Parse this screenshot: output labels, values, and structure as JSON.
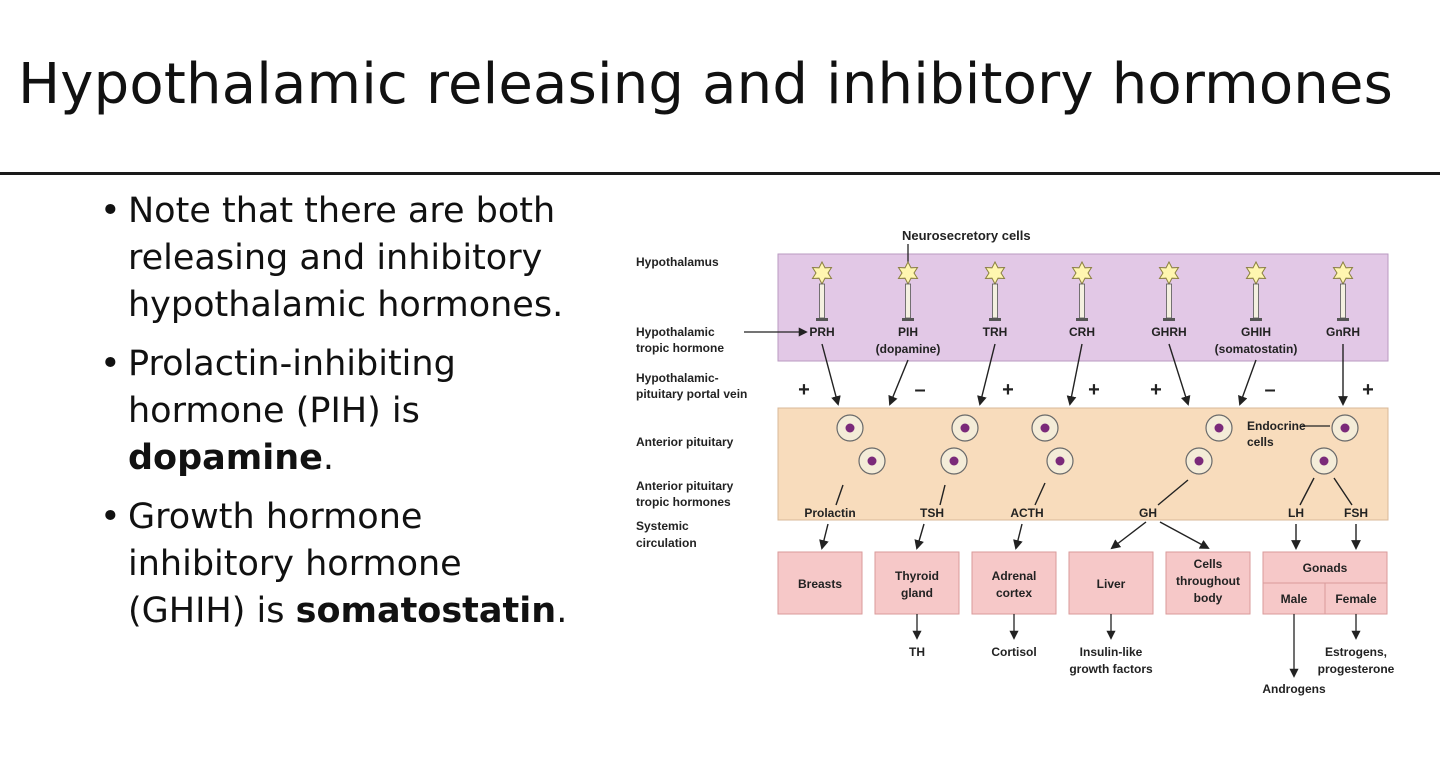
{
  "slide": {
    "title": "Hypothalamic releasing and inhibitory hormones",
    "bullets": [
      {
        "parts": [
          {
            "text": "Note that there are both releasing and inhibitory hypothalamic hormones.",
            "bold": false
          }
        ]
      },
      {
        "parts": [
          {
            "text": "Prolactin-inhibiting hormone (PIH) is ",
            "bold": false
          },
          {
            "text": "dopamine",
            "bold": true
          },
          {
            "text": ".",
            "bold": false
          }
        ]
      },
      {
        "parts": [
          {
            "text": "Growth hormone inhibitory hormone (GHIH) is ",
            "bold": false
          },
          {
            "text": "somatostatin",
            "bold": true
          },
          {
            "text": ".",
            "bold": false
          }
        ]
      }
    ]
  },
  "diagram": {
    "colors": {
      "hypothalamus": "#e2c8e6",
      "pituitary": "#f8dcbc",
      "target": "#f6c8c8",
      "cell_dot": "#7a2a7a",
      "neuron": "#fff6b0"
    },
    "labels": {
      "neurosecretory": "Neurosecretory cells",
      "hypothalamus": "Hypothalamus",
      "tropic_line1": "Hypothalamic",
      "tropic_line2": "tropic hormone",
      "portal_line1": "Hypothalamic-",
      "portal_line2": "pituitary portal vein",
      "anterior": "Anterior pituitary",
      "ap_tropic_line1": "Anterior pituitary",
      "ap_tropic_line2": "tropic hormones",
      "systemic_line1": "Systemic",
      "systemic_line2": "circulation",
      "endocrine_line1": "Endocrine",
      "endocrine_line2": "cells",
      "male": "Male",
      "female": "Female"
    },
    "hypothalamic_hormones": [
      {
        "name": "PRH",
        "sub": "",
        "sign": "+"
      },
      {
        "name": "PIH",
        "sub": "(dopamine)",
        "sign": "–"
      },
      {
        "name": "TRH",
        "sub": "",
        "sign": "+"
      },
      {
        "name": "CRH",
        "sub": "",
        "sign": "+"
      },
      {
        "name": "GHRH",
        "sub": "",
        "sign": "+"
      },
      {
        "name": "GHIH",
        "sub": "(somatostatin)",
        "sign": "–"
      },
      {
        "name": "GnRH",
        "sub": "",
        "sign": "+"
      }
    ],
    "pituitary_hormones": [
      "Prolactin",
      "TSH",
      "ACTH",
      "GH",
      "LH",
      "FSH"
    ],
    "targets": [
      {
        "line1": "Breasts",
        "line2": "",
        "line3": ""
      },
      {
        "line1": "Thyroid",
        "line2": "gland",
        "line3": ""
      },
      {
        "line1": "Adrenal",
        "line2": "cortex",
        "line3": ""
      },
      {
        "line1": "Liver",
        "line2": "",
        "line3": ""
      },
      {
        "line1": "Cells",
        "line2": "throughout",
        "line3": "body"
      },
      {
        "line1": "Gonads",
        "line2": "",
        "line3": ""
      }
    ],
    "outputs": {
      "th": "TH",
      "cortisol": "Cortisol",
      "igf_line1": "Insulin-like",
      "igf_line2": "growth factors",
      "estrogens_line1": "Estrogens,",
      "estrogens_line2": "progesterone",
      "androgens": "Androgens"
    }
  }
}
